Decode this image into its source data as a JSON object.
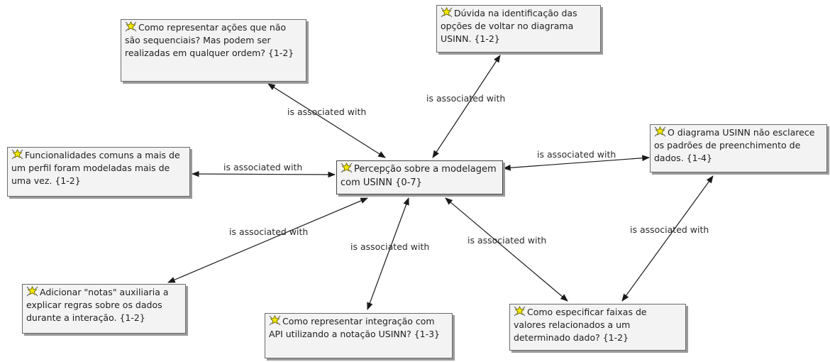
{
  "nodes": {
    "central": "Percepção sobre a modelagem com USINN {0-7}",
    "n1": "Como representar ações que não são sequenciais? Mas podem ser realizadas em qualquer ordem? {1-2}",
    "n2": "Dúvida na identificação das opções de voltar no diagrama USINN. {1-2}",
    "n3": "Funcionalidades comuns a mais de um perfil foram modeladas mais de uma vez. {1-2}",
    "n4": "O diagrama USINN não esclarece os padrões de preenchimento de dados. {1-4}",
    "n5": "Adicionar \"notas\" auxiliaria a explicar regras sobre os dados durante a interação. {1-2}",
    "n6": "Como representar integração com API utilizando a notação USINN? {1-3}",
    "n7": "Como especificar faixas de valores relacionados a um determinado dado? {1-2}"
  },
  "relation_label": "is associated with",
  "icon": "quotation-star-icon",
  "colors": {
    "node_bg": "#f3f3f3",
    "node_border": "#6b6b6b",
    "icon": "#f2e600",
    "edge": "#1a1a1a"
  }
}
